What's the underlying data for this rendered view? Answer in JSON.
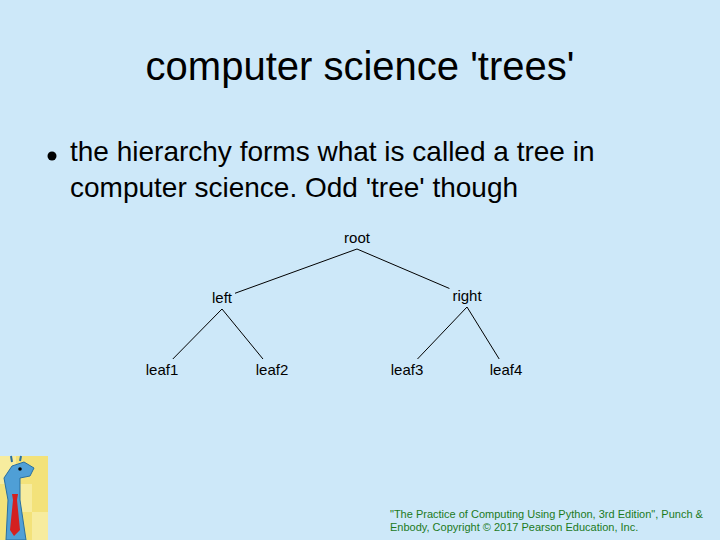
{
  "diagram": {
    "title": "computer science 'trees'",
    "nodes": [
      {
        "text": [
          "root"
        ]
      },
      {
        "text": [
          "left"
        ]
      },
      {
        "text": [
          "right"
        ]
      },
      {
        "text": [
          "leaf1"
        ]
      },
      {
        "text": [
          "leaf2"
        ]
      },
      {
        "text": [
          "leaf3"
        ]
      },
      {
        "text": [
          "leaf4"
        ]
      }
    ],
    "edges": [
      {
        "from": 0,
        "to": 1,
        "arrow": "none"
      },
      {
        "from": 0,
        "to": 2,
        "arrow": "none"
      },
      {
        "from": 1,
        "to": 3,
        "arrow": "none"
      },
      {
        "from": 1,
        "to": 4,
        "arrow": "none"
      },
      {
        "from": 2,
        "to": 5,
        "arrow": "none"
      },
      {
        "from": 2,
        "to": 6,
        "arrow": "none"
      }
    ],
    "labels": [
      "the hierarchy forms what is called a tree in computer science. Odd 'tree' though",
      "\"The Practice of Computing Using Python, 3rd Edition\", Punch & Enbody, Copyright © 2017 Pearson Education, Inc."
    ]
  }
}
